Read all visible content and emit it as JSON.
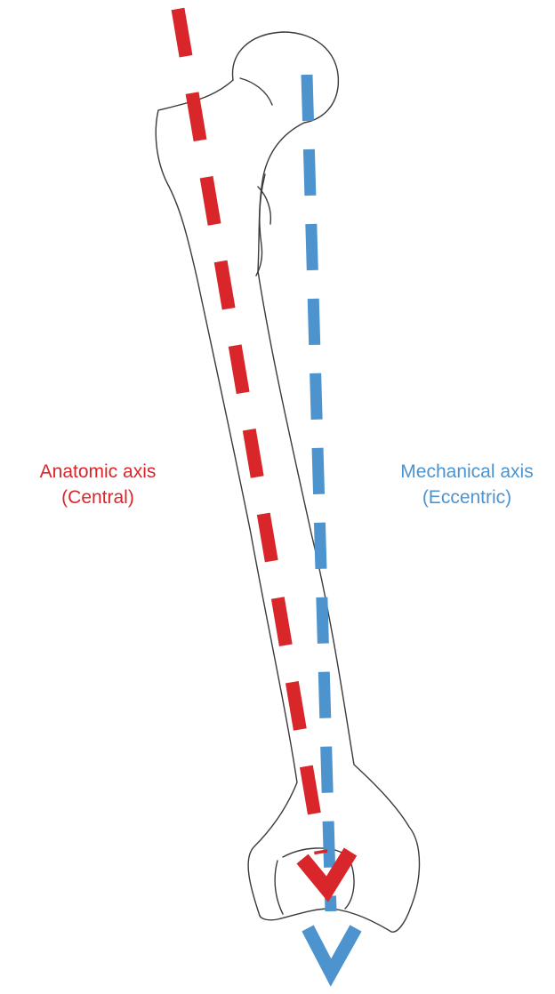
{
  "colors": {
    "anatomic_axis": "#d9262b",
    "mechanical_axis": "#4d94cf",
    "bone_outline": "#3a3a3a"
  },
  "labels": {
    "anatomic_axis": {
      "line1": "Anatomic axis",
      "line2": "(Central)"
    },
    "mechanical_axis": {
      "line1": "Mechanical axis",
      "line2": "(Eccentric)"
    }
  }
}
